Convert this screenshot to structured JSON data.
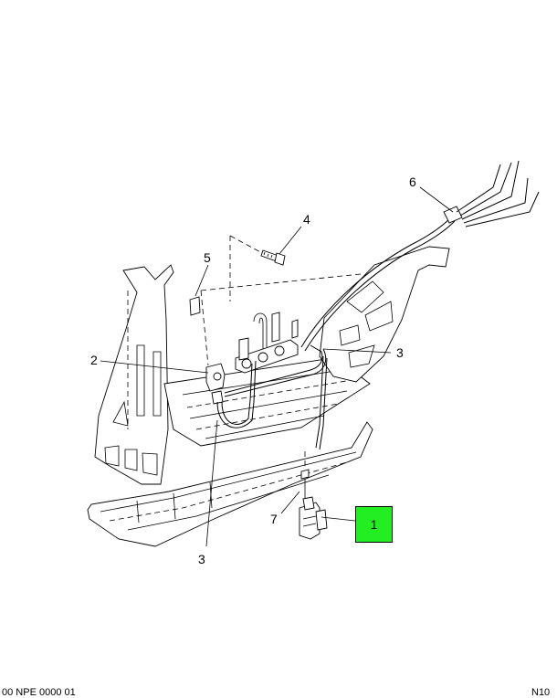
{
  "callouts": {
    "c1": "1",
    "c2": "2",
    "c3a": "3",
    "c3b": "3",
    "c4": "4",
    "c5": "5",
    "c6": "6",
    "c7": "7"
  },
  "highlight": {
    "label": "1",
    "color": "#22ee22"
  },
  "footer": {
    "left_text": "00 NPE 0000 01",
    "right_text": "N10"
  }
}
